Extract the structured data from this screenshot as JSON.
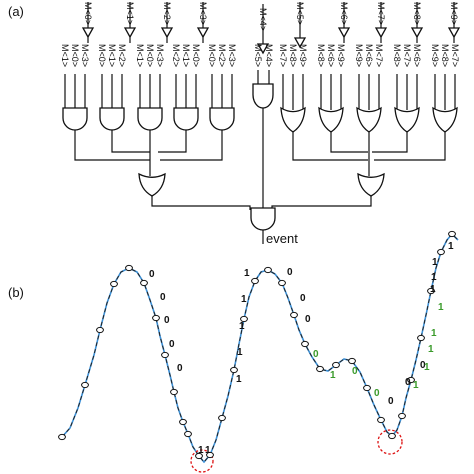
{
  "panels": {
    "a": "(a)",
    "b": "(b)"
  },
  "event_label": "event",
  "colors": {
    "wire": "#111111",
    "wave": "#3b8fd6",
    "bit_black": "#111111",
    "bit_green": "#3a9a2a",
    "highlight": "#dd1111"
  },
  "top_inputs": [
    "M<0>",
    "M<1>",
    "M<2>",
    "M<3>",
    "M<4>",
    "M<5>",
    "M<6>",
    "M<7>",
    "M<8>",
    "M<9>"
  ],
  "left_groups": [
    {
      "labels": [
        "M<1>",
        "M<0>",
        "M<3>"
      ],
      "gate": "and"
    },
    {
      "labels": [
        "M<0>",
        "M<1>",
        "M<2>"
      ],
      "gate": "and"
    },
    {
      "labels": [
        "M<1>",
        "M<0>",
        "M<3>"
      ],
      "gate": "and"
    },
    {
      "labels": [
        "M<2>",
        "M<1>",
        "M<0>"
      ],
      "gate": "and"
    },
    {
      "labels": [
        "M<0>",
        "M<2>",
        "M<3>"
      ],
      "gate": "and"
    }
  ],
  "center_group": {
    "labels": [
      "M<5>",
      "M<4>"
    ],
    "gate": "and"
  },
  "right_groups": [
    {
      "labels": [
        "M<7>",
        "M<8>",
        "M<9>"
      ],
      "gate": "or"
    },
    {
      "labels": [
        "M<8>",
        "M<6>",
        "M<9>"
      ],
      "gate": "or"
    },
    {
      "labels": [
        "M<9>",
        "M<6>",
        "M<7>"
      ],
      "gate": "or"
    },
    {
      "labels": [
        "M<8>",
        "M<7>",
        "M<6>"
      ],
      "gate": "or"
    },
    {
      "labels": [
        "M<9>",
        "M<8>",
        "M<7>"
      ],
      "gate": "or"
    }
  ],
  "bits": [
    {
      "text": "0",
      "color": "black"
    },
    {
      "text": "0",
      "color": "black"
    },
    {
      "text": "0",
      "color": "black"
    },
    {
      "text": "0",
      "color": "black"
    },
    {
      "text": "0",
      "color": "black"
    },
    {
      "text": "1",
      "color": "black"
    },
    {
      "text": "1",
      "color": "black"
    },
    {
      "text": "1",
      "color": "black"
    },
    {
      "text": "1",
      "color": "black"
    },
    {
      "text": "1",
      "color": "black"
    },
    {
      "text": "0",
      "color": "black"
    },
    {
      "text": "0",
      "color": "black"
    },
    {
      "text": "0",
      "color": "black"
    },
    {
      "text": "1",
      "color": "black"
    },
    {
      "text": "1",
      "color": "black"
    },
    {
      "text": "1",
      "color": "black"
    },
    {
      "text": "1",
      "color": "black"
    },
    {
      "text": "0",
      "color": "black"
    },
    {
      "text": "0",
      "color": "black"
    },
    {
      "text": "0",
      "color": "black"
    },
    {
      "text": "0",
      "color": "green"
    },
    {
      "text": "1",
      "color": "green"
    },
    {
      "text": "0",
      "color": "green"
    },
    {
      "text": "0",
      "color": "green"
    },
    {
      "text": "1",
      "color": "green"
    },
    {
      "text": "1",
      "color": "green"
    },
    {
      "text": "1",
      "color": "green"
    },
    {
      "text": "1",
      "color": "green"
    },
    {
      "text": "1",
      "color": "green"
    },
    {
      "text": "1",
      "color": "black"
    },
    {
      "text": "1",
      "color": "black"
    }
  ]
}
